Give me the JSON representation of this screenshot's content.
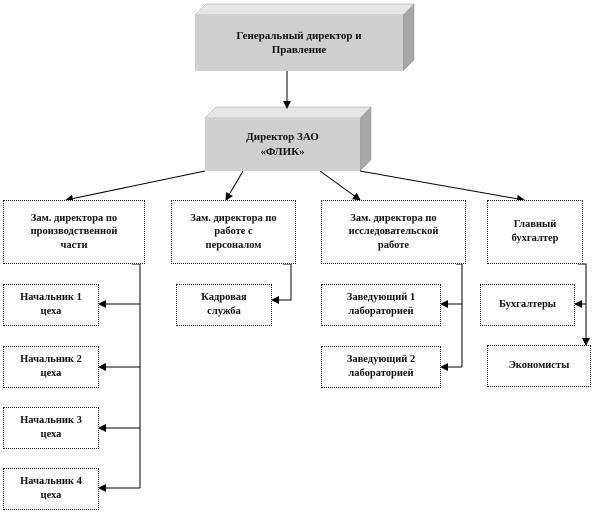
{
  "colors": {
    "box_front": "#cfcfcf",
    "box_top": "#e6e6e6",
    "box_side": "#a6a6a6",
    "lines": "#000000"
  },
  "nodes": {
    "general_director": "Генеральный директор и\nПравление",
    "zao_director": "Директор ЗАО\n«ФЛИК»",
    "deputy_production": "Зам. директора по\nпроизводственной\nчасти",
    "deputy_personnel": "Зам. директора по\nработе с\nперсоналом",
    "deputy_research": "Зам. директора по\nисследовательской\nработе",
    "chief_accountant": "Главный\nбухгалтер",
    "shop_head_1": "Начальник 1\nцеха",
    "shop_head_2": "Начальник 2\nцеха",
    "shop_head_3": "Начальник 3\nцеха",
    "shop_head_4": "Начальник 4\nцеха",
    "hr_service": "Кадровая\nслужба",
    "lab_head_1": "Заведующий 1\nлабораторией",
    "lab_head_2": "Заведующий 2\nлабораторией",
    "accountants": "Бухгалтеры",
    "economists": "Экономисты"
  }
}
